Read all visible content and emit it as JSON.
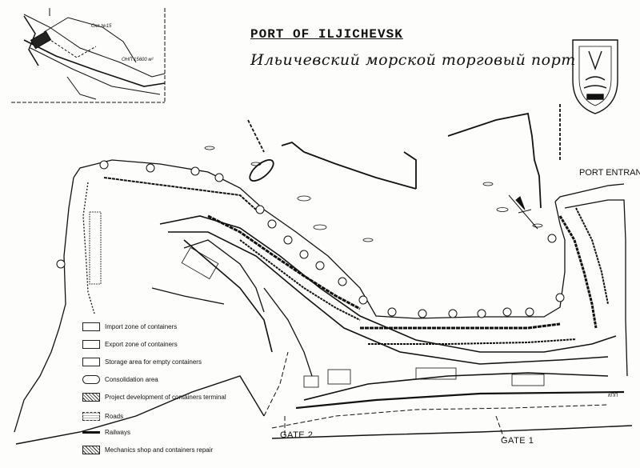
{
  "title": {
    "en": "PORT OF ILJICHEVSK",
    "ru": "Ильичевский морской торговый порт"
  },
  "labels": {
    "port_entrance": "PORT ENTRAN",
    "gate_1": "GATE 1",
    "gate_2": "GATE 2",
    "kpp": "КПП",
    "inset_area": "ОНП 15600 м²",
    "inset_tag": "Скл №15"
  },
  "legend": [
    {
      "key": "import",
      "label": "Import zone of containers"
    },
    {
      "key": "export",
      "label": "Export zone of containers"
    },
    {
      "key": "empty",
      "label": "Storage area for empty containers"
    },
    {
      "key": "consol",
      "label": "Consolidation area"
    },
    {
      "key": "project",
      "label": "Project development of containers terminal"
    },
    {
      "key": "roads",
      "label": "Roads"
    },
    {
      "key": "rail",
      "label": "Railways"
    },
    {
      "key": "mech",
      "label": "Mechanics shop and containers repair"
    }
  ],
  "icons": [
    "coat-of-arms-icon",
    "compass-rose-icon"
  ],
  "colors": {
    "ink": "#111111",
    "paper": "#fdfdfc"
  }
}
